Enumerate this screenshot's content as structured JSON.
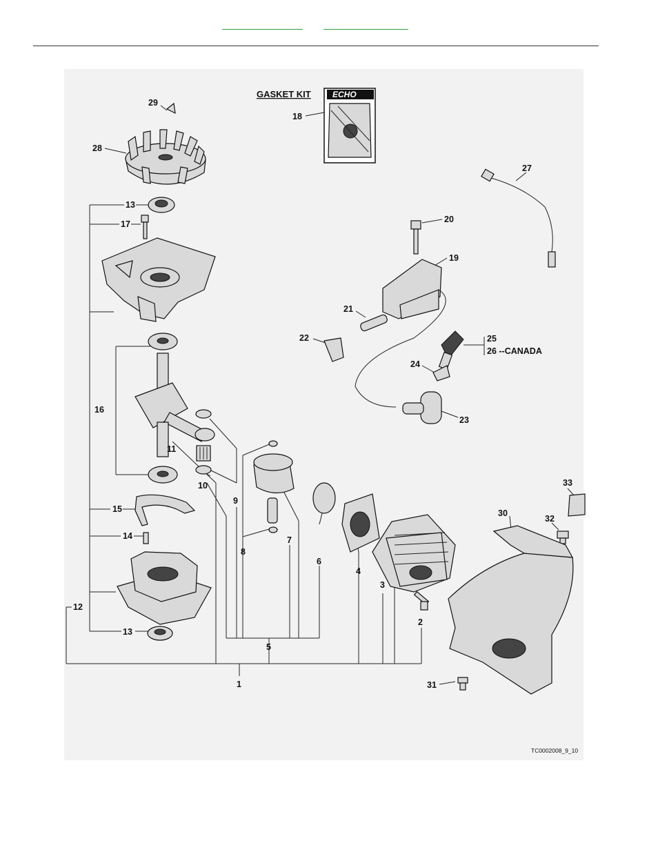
{
  "nav": {
    "link_left": "",
    "link_right": ""
  },
  "gasket_kit": {
    "title": "GASKET KIT",
    "brand": "ECHO"
  },
  "callouts": {
    "c1": "1",
    "c2": "2",
    "c3": "3",
    "c4": "4",
    "c5": "5",
    "c6": "6",
    "c7": "7",
    "c8": "8",
    "c9": "9",
    "c10": "10",
    "c11": "11",
    "c12": "12",
    "c13a": "13",
    "c13b": "13",
    "c14": "14",
    "c15": "15",
    "c16": "16",
    "c17": "17",
    "c18": "18",
    "c19": "19",
    "c20": "20",
    "c21": "21",
    "c22": "22",
    "c23": "23",
    "c24": "24",
    "c25": "25",
    "c26": "26 --CANADA",
    "c27": "27",
    "c28": "28",
    "c29": "29",
    "c30": "30",
    "c31": "31",
    "c32": "32",
    "c33": "33"
  },
  "figure_code": "TC0002008_9_10",
  "colors": {
    "link": "#2e9e3a",
    "figure_bg": "#f2f2f2"
  }
}
